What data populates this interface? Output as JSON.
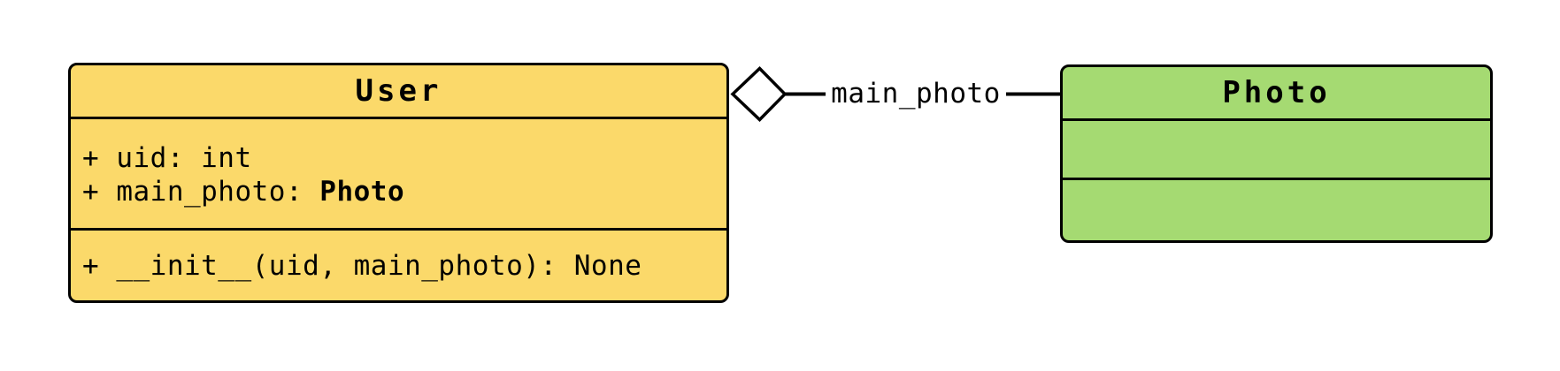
{
  "colors": {
    "user_fill": "#FBD96A",
    "photo_fill": "#A5DA72",
    "outline": "#000000",
    "diamond_fill": "#FFFFFF",
    "text": "#000000"
  },
  "user_class": {
    "title": "User",
    "attributes": [
      {
        "text": "+ uid: int",
        "bold_suffix": ""
      },
      {
        "text": "+ main_photo: ",
        "bold_suffix": "Photo"
      }
    ],
    "methods": [
      {
        "text": "+ __init__(uid, main_photo): None",
        "bold_suffix": ""
      }
    ]
  },
  "photo_class": {
    "title": "Photo",
    "attributes": [],
    "methods": []
  },
  "relationship": {
    "type": "aggregation",
    "diamond": "open-diamond",
    "label": "main_photo"
  }
}
